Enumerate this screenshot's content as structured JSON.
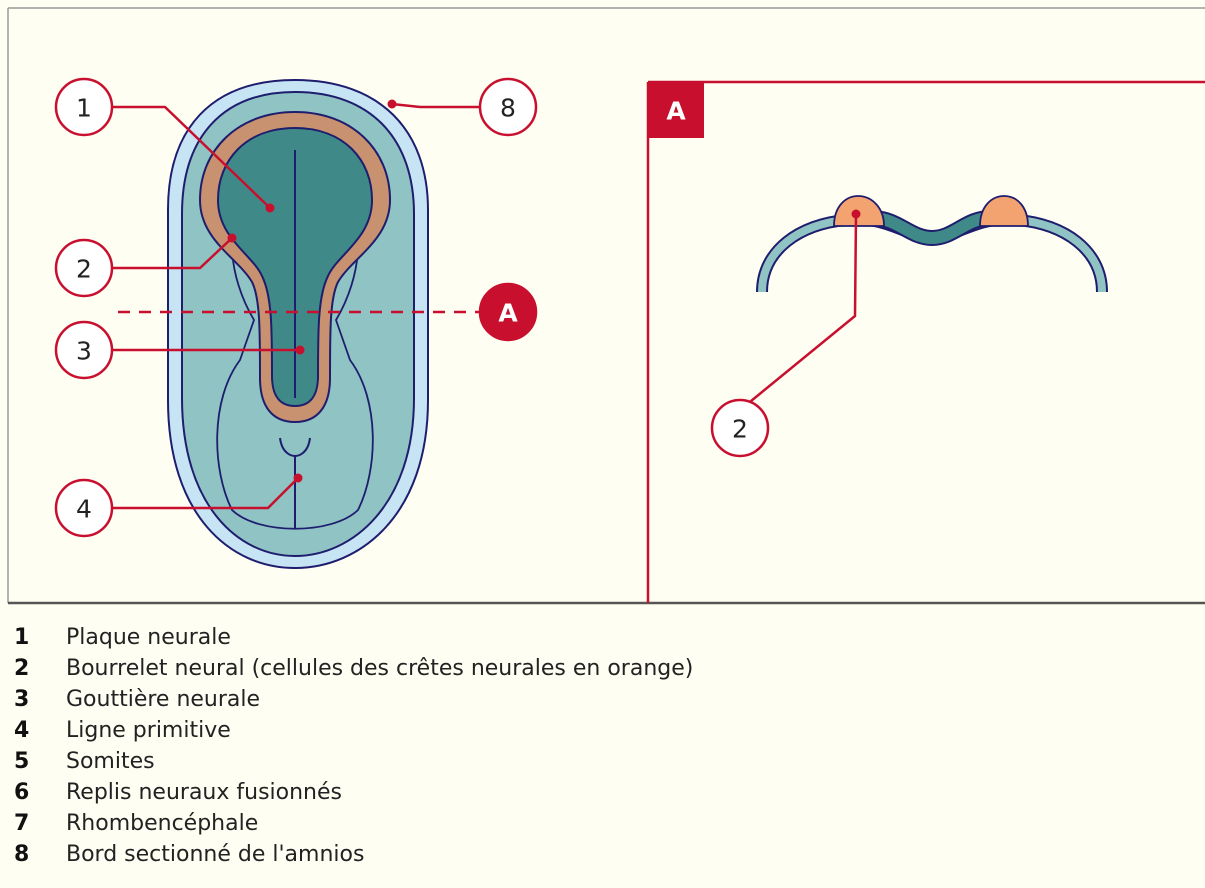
{
  "diagram": {
    "callouts": {
      "c1": "1",
      "c2": "2",
      "c3": "3",
      "c4": "4",
      "c8": "8",
      "cA": "A",
      "section_c2": "2"
    },
    "section_label": "A"
  },
  "legend": [
    {
      "number": "1",
      "text": "Plaque neurale"
    },
    {
      "number": "2",
      "text": "Bourrelet neural (cellules des crêtes neurales en orange)"
    },
    {
      "number": "3",
      "text": "Gouttière neurale"
    },
    {
      "number": "4",
      "text": "Ligne primitive"
    },
    {
      "number": "5",
      "text": "Somites"
    },
    {
      "number": "6",
      "text": "Replis neuraux fusionnés"
    },
    {
      "number": "7",
      "text": "Rhombencéphale"
    },
    {
      "number": "8",
      "text": "Bord sectionné de l'amnios"
    }
  ],
  "colors": {
    "background": "#fffef3",
    "accent": "#c8102e",
    "outline": "#1f1d6e",
    "amnion_edge": "#c6e4f4",
    "embryo": "#8fc3c4",
    "neural_plate": "#3f8a88",
    "neural_crest": "#f0a57a"
  }
}
